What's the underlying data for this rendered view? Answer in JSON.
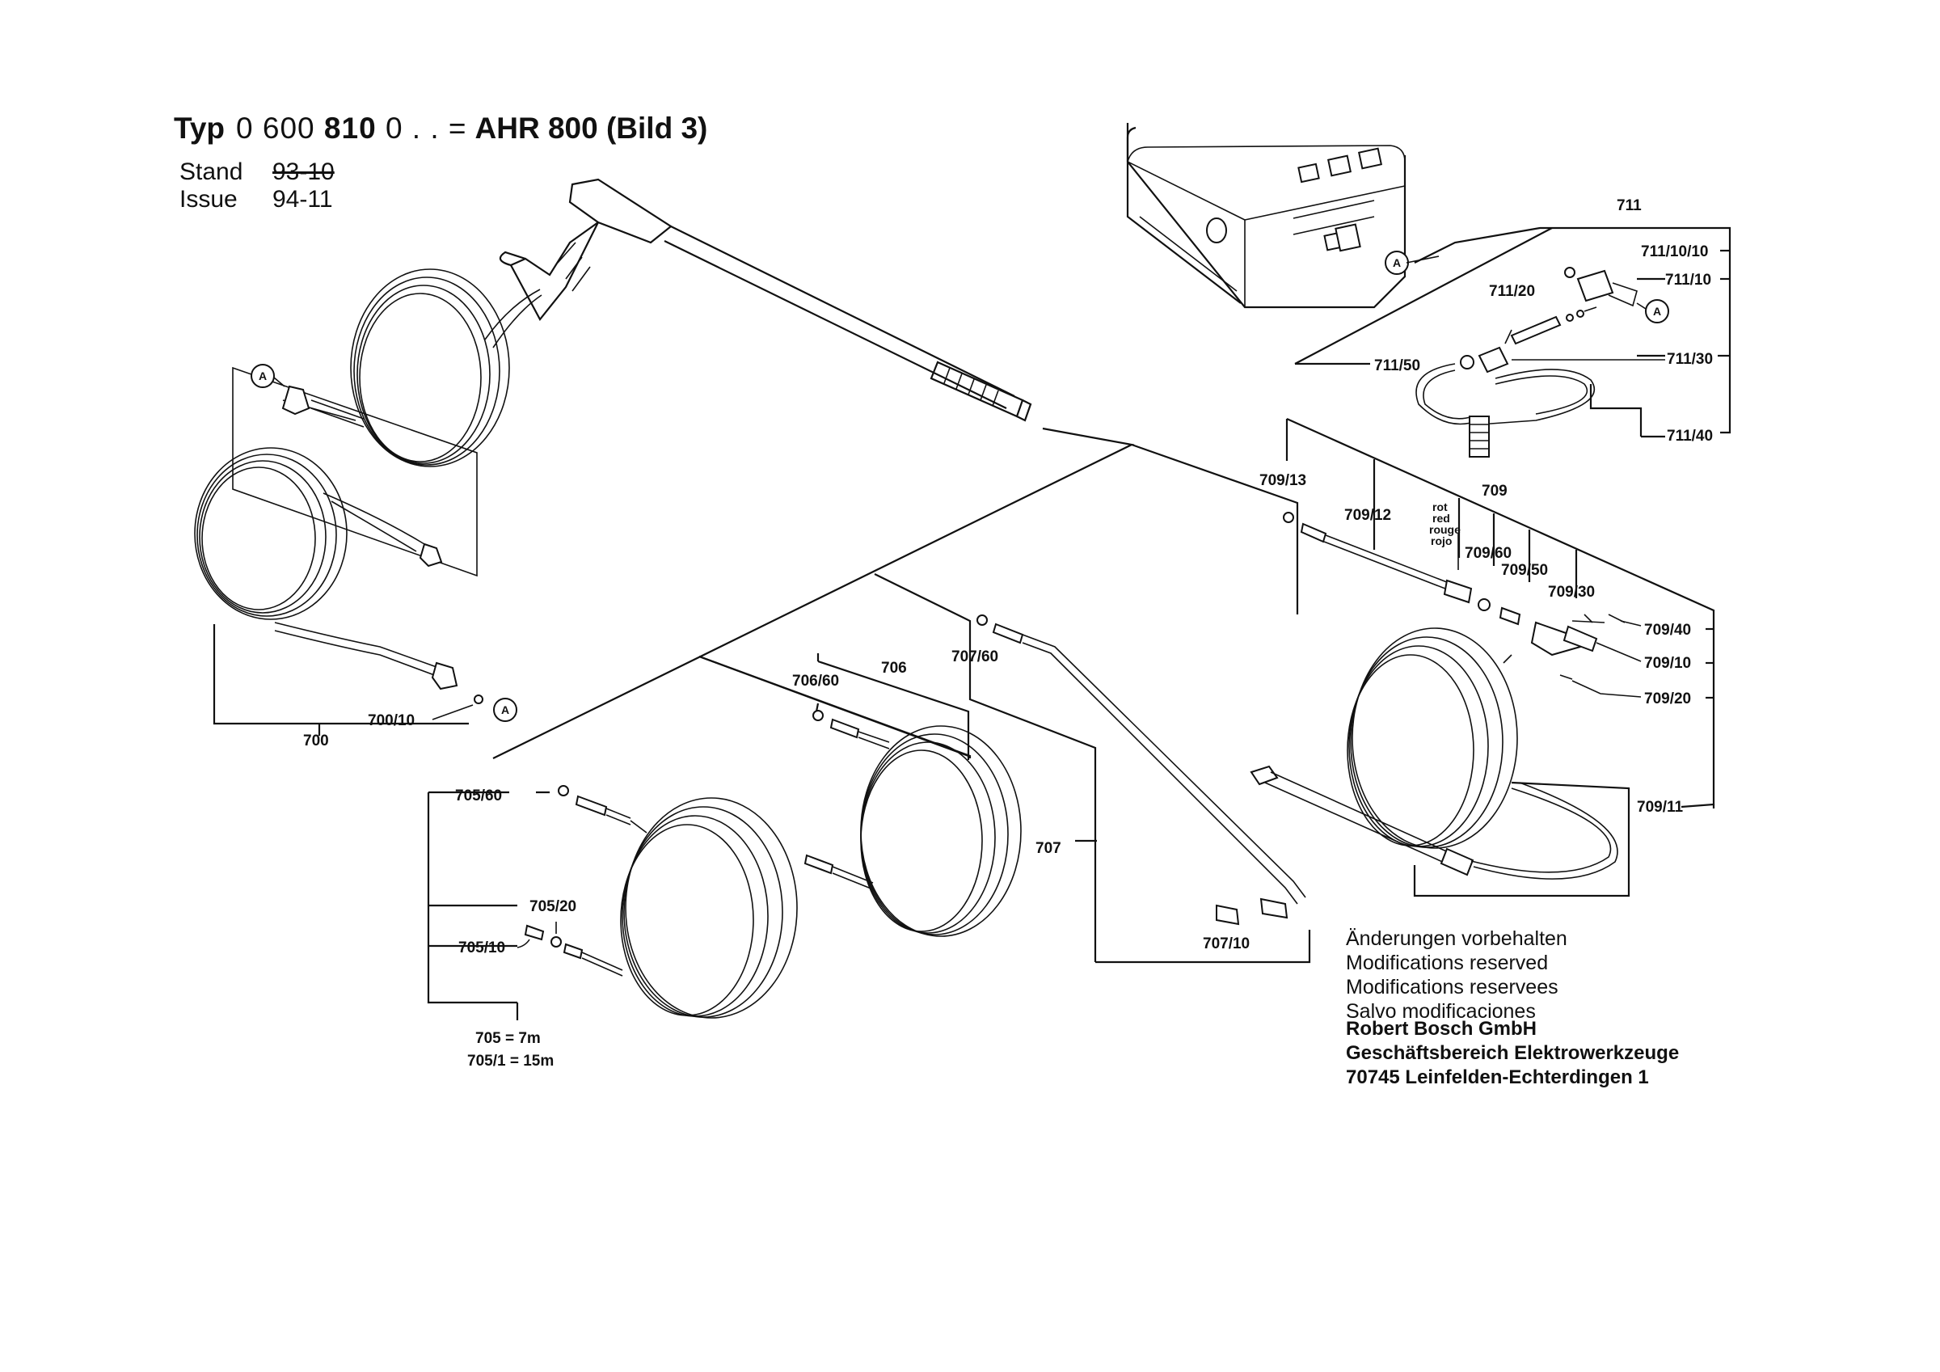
{
  "header": {
    "title_prefix": "Typ",
    "title_number": "0 600",
    "title_number_bold": "810",
    "title_suffix": "0 . . =",
    "title_model": "AHR 800 (Bild 3)",
    "stand_label": "Stand",
    "stand_value": "93-10",
    "issue_label": "Issue",
    "issue_value": "94-11"
  },
  "callout_letter": "A",
  "parts": {
    "p700": "700",
    "p700_10": "700/10",
    "p705_60": "705/60",
    "p705_20": "705/20",
    "p705_10": "705/10",
    "p705": "705 = 7m",
    "p705_1": "705/1 = 15m",
    "p706": "706",
    "p706_60": "706/60",
    "p707": "707",
    "p707_60": "707/60",
    "p707_10": "707/10",
    "p709": "709",
    "p709_13": "709/13",
    "p709_12": "709/12",
    "p709_60": "709/60",
    "p709_50": "709/50",
    "p709_30": "709/30",
    "p709_40": "709/40",
    "p709_10": "709/10",
    "p709_20": "709/20",
    "p709_11": "709/11",
    "p711": "711",
    "p711_10_10": "711/10/10",
    "p711_10": "711/10",
    "p711_20": "711/20",
    "p711_30": "711/30",
    "p711_40": "711/40",
    "p711_50": "711/50"
  },
  "color_note": [
    "rot",
    "red",
    "rouge",
    "rojo"
  ],
  "notes": [
    "Änderungen vorbehalten",
    "Modifications reserved",
    "Modifications reservees",
    "Salvo modificaciones"
  ],
  "company": [
    "Robert Bosch GmbH",
    "Geschäftsbereich Elektrowerkzeuge",
    "70745 Leinfelden-Echterdingen 1"
  ]
}
